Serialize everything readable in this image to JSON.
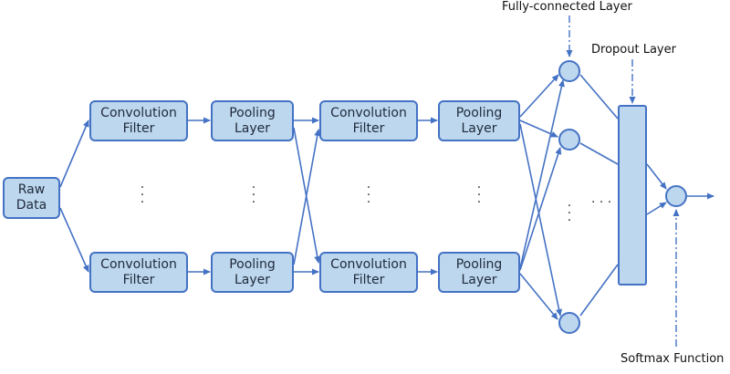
{
  "nodes": {
    "raw_data": [
      "Raw",
      "Data"
    ],
    "conv1_top": [
      "Convolution",
      "Filter"
    ],
    "pool1_top": [
      "Pooling",
      "Layer"
    ],
    "conv2_top": [
      "Convolution",
      "Filter"
    ],
    "pool2_top": [
      "Pooling",
      "Layer"
    ],
    "conv1_bottom": [
      "Convolution",
      "Filter"
    ],
    "pool1_bottom": [
      "Pooling",
      "Layer"
    ],
    "conv2_bottom": [
      "Convolution",
      "Filter"
    ],
    "pool2_bottom": [
      "Pooling",
      "Layer"
    ]
  },
  "labels": {
    "fully_connected": "Fully-connected Layer",
    "dropout": "Dropout Layer",
    "softmax": "Softmax Function"
  },
  "colors": {
    "box_fill": "#bdd7ee",
    "box_border": "#4472c4",
    "line": "#4472c4"
  }
}
